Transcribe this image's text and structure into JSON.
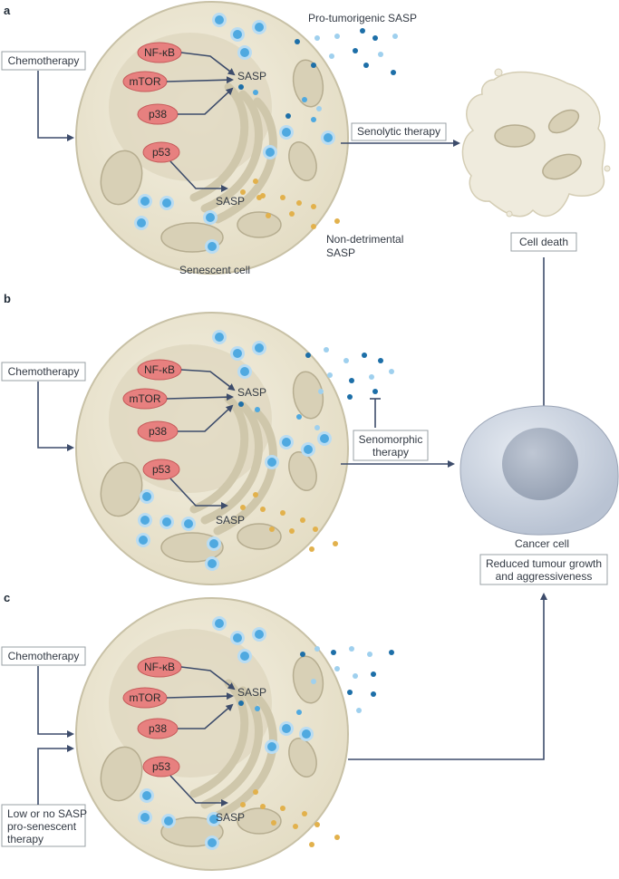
{
  "panels": [
    {
      "letter": "a",
      "chemo": "Chemotherapy",
      "pathways": [
        "NF-κB",
        "mTOR",
        "p38",
        "p53"
      ],
      "sasp_top": "SASP",
      "sasp_bottom": "SASP",
      "pro_sasp": "Pro-tumorigenic SASP",
      "non_detrimental_1": "Non-detrimental",
      "non_detrimental_2": "SASP",
      "senescent_cell": "Senescent cell",
      "therapy": "Senolytic therapy",
      "cell_death": "Cell death"
    },
    {
      "letter": "b",
      "chemo": "Chemotherapy",
      "pathways": [
        "NF-κB",
        "mTOR",
        "p38",
        "p53"
      ],
      "sasp_top": "SASP",
      "sasp_bottom": "SASP",
      "therapy_1": "Senomorphic",
      "therapy_2": "therapy"
    },
    {
      "letter": "c",
      "chemo": "Chemotherapy",
      "pathways": [
        "NF-κB",
        "mTOR",
        "p38",
        "p53"
      ],
      "sasp_top": "SASP",
      "sasp_bottom": "SASP",
      "pro_senescent_1": "Low or no SASP",
      "pro_senescent_2": "pro-senescent",
      "pro_senescent_3": "therapy"
    }
  ],
  "cancer_cell": "Cancer cell",
  "outcome_1": "Reduced tumour growth",
  "outcome_2": "and aggressiveness",
  "colors": {
    "cell_fill": "#ece7d3",
    "cell_outline": "#c8c1a6",
    "nucleus": "#ddd6bd",
    "pill_fill": "#e7807f",
    "pill_stroke": "#c65a5a",
    "vesicle_outer": "#b9dcf2",
    "vesicle_inner": "#4fa9e0",
    "dot_dark": "#1d6fa8",
    "dot_light": "#9fd0ee",
    "dot_yellow": "#e2b14c",
    "arrow": "#3d4c6b",
    "cancer_fill": "#cfd7e3",
    "cancer_nucleus": "#a8b2c2"
  }
}
